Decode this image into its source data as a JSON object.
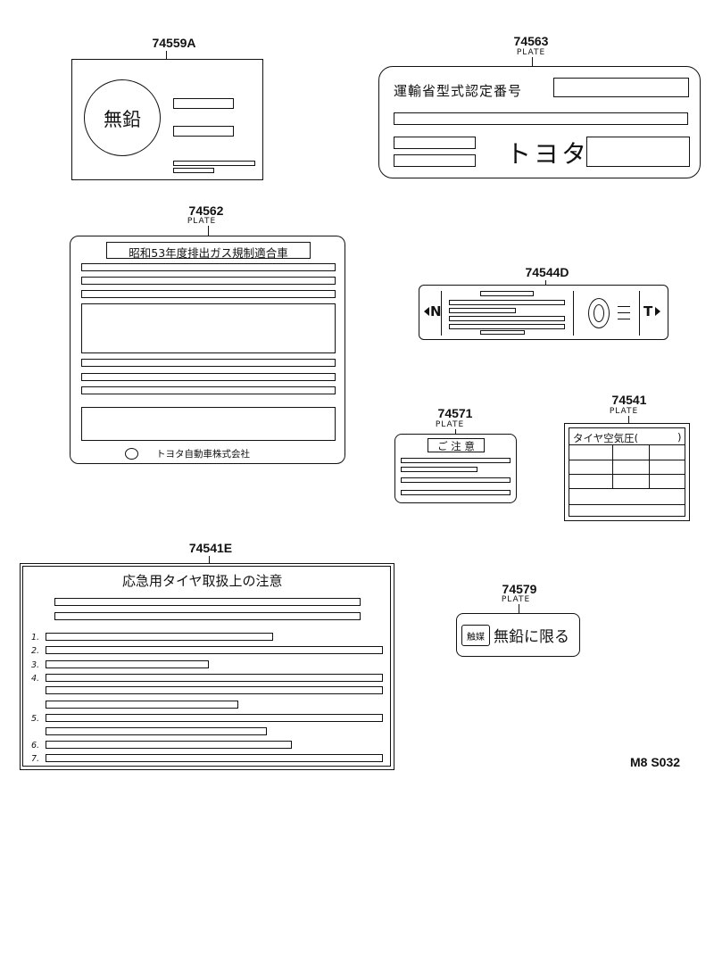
{
  "labels": {
    "l74559a": {
      "part": "74559A",
      "text": "無鉛"
    },
    "l74563": {
      "part": "74563",
      "sub": "PLATE",
      "line1": "運輸省型式認定番号",
      "maker": "トヨタ",
      "dash": "–"
    },
    "l74562": {
      "part": "74562",
      "sub": "PLATE",
      "title": "昭和53年度排出ガス規制適合車",
      "maker": "トヨタ自動車株式会社"
    },
    "l74544d": {
      "part": "74544D",
      "left": "N",
      "right": "T"
    },
    "l74571": {
      "part": "74571",
      "sub": "PLATE",
      "title": "ご 注 意"
    },
    "l74541": {
      "part": "74541",
      "sub": "PLATE",
      "title": "タイヤ空気圧(",
      "close": ")"
    },
    "l74541e": {
      "part": "74541E",
      "title": "応急用タイヤ取扱上の注意",
      "nums": [
        "1.",
        "2.",
        "3.",
        "4.",
        "5.",
        "6.",
        "7."
      ]
    },
    "l74579": {
      "part": "74579",
      "sub": "PLATE",
      "badge": "触媒",
      "text": "無鉛に限る"
    }
  },
  "code": "M8 S032"
}
